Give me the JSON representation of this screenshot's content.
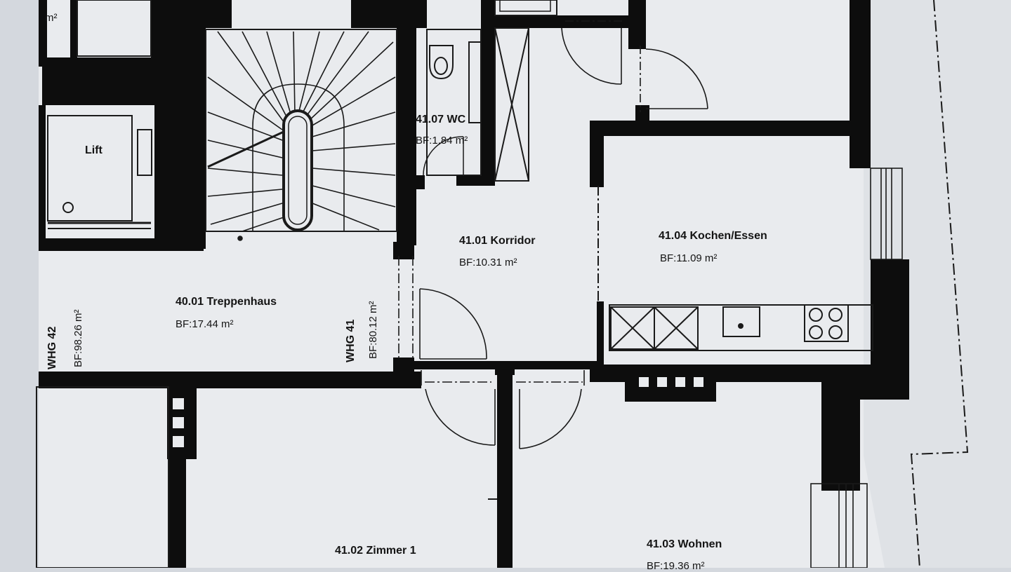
{
  "rooms": {
    "lift": {
      "name": "Lift"
    },
    "wc": {
      "name": "41.07 WC",
      "area": "BF:1.84 m²"
    },
    "korridor": {
      "name": "41.01 Korridor",
      "area": "BF:10.31 m²"
    },
    "kochen": {
      "name": "41.04 Kochen/Essen",
      "area": "BF:11.09 m²"
    },
    "treppenhaus": {
      "name": "40.01 Treppenhaus",
      "area": "BF:17.44 m²"
    },
    "zimmer1": {
      "name": "41.02 Zimmer 1"
    },
    "wohnen": {
      "name": "41.03 Wohnen",
      "area": "BF:19.36 m²"
    },
    "topleft": {
      "area": "m²"
    }
  },
  "units": {
    "whg42": {
      "name": "WHG 42",
      "area": "BF:98.26 m²"
    },
    "whg41": {
      "name": "WHG 41",
      "area": "BF:80.12 m²"
    }
  },
  "colors": {
    "paper": "#e9ebee",
    "wall": "#0d0d0d",
    "line": "#1a1a1a",
    "background": "#d4d8de"
  }
}
